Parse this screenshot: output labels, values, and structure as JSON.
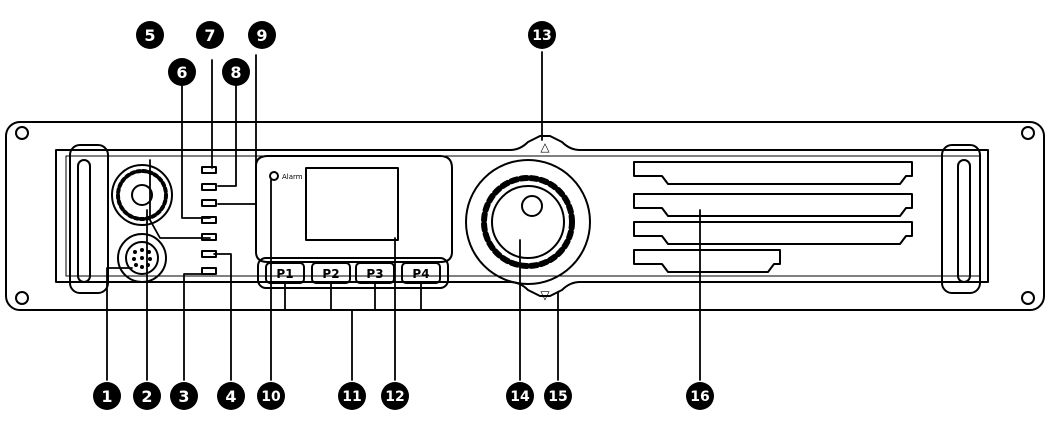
{
  "panel": {
    "alarm_label": "Alarm",
    "up_arrow": "△",
    "down_arrow": "▽",
    "buttons": [
      {
        "label": "P1"
      },
      {
        "label": "P2"
      },
      {
        "label": "P3"
      },
      {
        "label": "P4"
      }
    ]
  },
  "callouts": [
    {
      "number": "1"
    },
    {
      "number": "2"
    },
    {
      "number": "3"
    },
    {
      "number": "4"
    },
    {
      "number": "5"
    },
    {
      "number": "6"
    },
    {
      "number": "7"
    },
    {
      "number": "8"
    },
    {
      "number": "9"
    },
    {
      "number": "10"
    },
    {
      "number": "11"
    },
    {
      "number": "12"
    },
    {
      "number": "13"
    },
    {
      "number": "14"
    },
    {
      "number": "15"
    },
    {
      "number": "16"
    }
  ],
  "colors": {
    "line": "#000000",
    "fill": "#ffffff",
    "callout_bg": "#000000",
    "callout_text": "#ffffff"
  }
}
